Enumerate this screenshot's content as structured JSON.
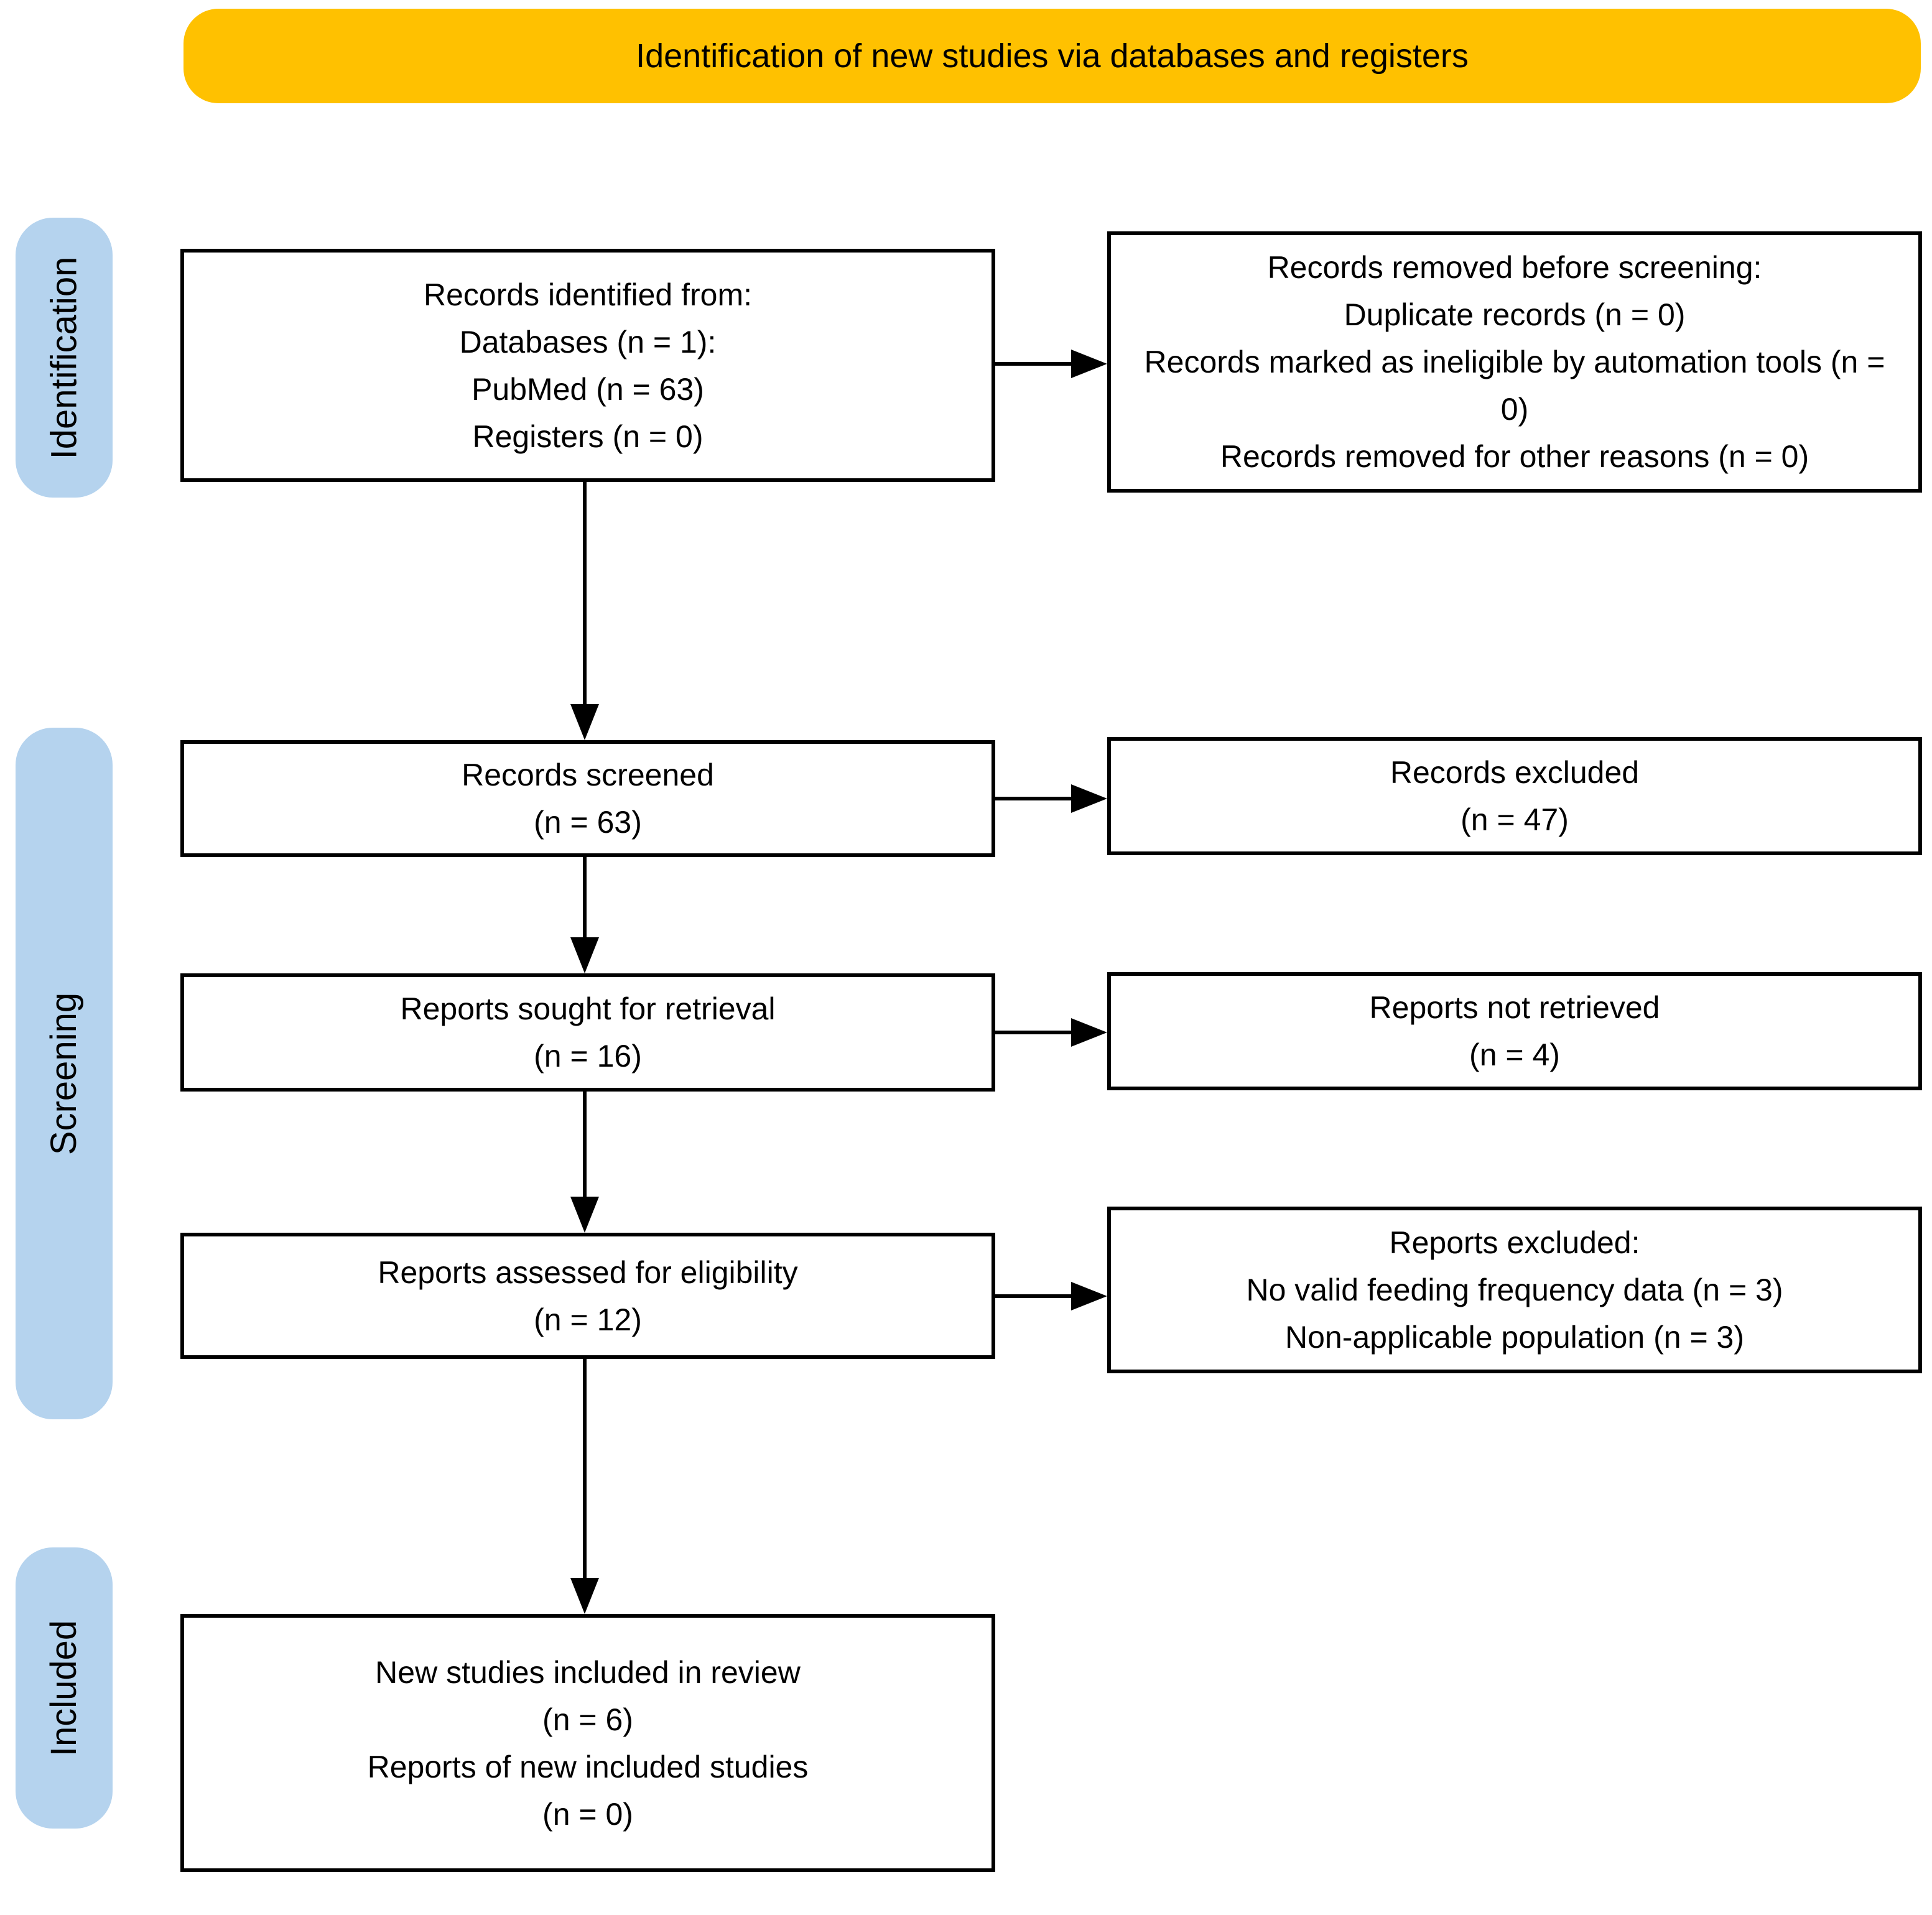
{
  "banner": {
    "title": "Identification of new studies via databases and registers"
  },
  "stages": {
    "identification": "Identification",
    "screening": "Screening",
    "included": "Included"
  },
  "boxes": {
    "records_identified": {
      "lines": [
        "Records identified from:",
        "Databases (n = 1):",
        "PubMed (n = 63)",
        "Registers (n = 0)"
      ]
    },
    "records_removed": {
      "lines": [
        "Records removed before screening:",
        "Duplicate records (n = 0)",
        "Records marked as ineligible by automation tools (n = 0)",
        "Records removed for other reasons (n = 0)"
      ]
    },
    "records_screened": {
      "lines": [
        "Records screened",
        "(n = 63)"
      ]
    },
    "records_excluded": {
      "lines": [
        "Records excluded",
        "(n = 47)"
      ]
    },
    "reports_sought": {
      "lines": [
        "Reports sought for retrieval",
        "(n = 16)"
      ]
    },
    "reports_not_retrieved": {
      "lines": [
        "Reports not retrieved",
        "(n = 4)"
      ]
    },
    "reports_assessed": {
      "lines": [
        "Reports assessed for eligibility",
        "(n = 12)"
      ]
    },
    "reports_excluded": {
      "lines": [
        "Reports excluded:",
        "No valid feeding frequency data (n = 3)",
        "Non-applicable population (n = 3)"
      ]
    },
    "new_studies_included": {
      "lines": [
        "New studies included in review",
        "(n = 6)",
        "Reports of new included studies",
        "(n = 0)"
      ]
    }
  },
  "colors": {
    "banner_bg": "#FFC100",
    "stage_bg": "#B5D3EE",
    "box_border": "#000000",
    "arrow": "#000000"
  }
}
